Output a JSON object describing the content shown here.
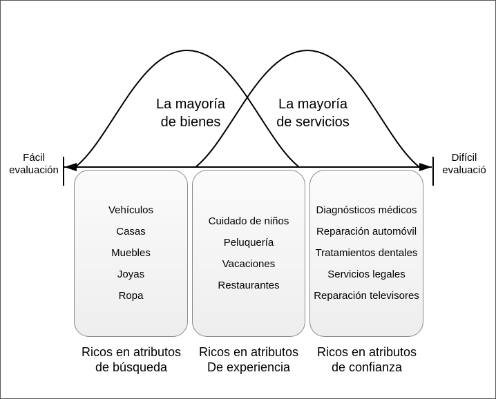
{
  "axis": {
    "left_label": [
      "Fácil",
      "evaluación"
    ],
    "right_label": [
      "Difícil",
      "evaluació"
    ]
  },
  "curves": {
    "goods_label": [
      "La mayoría",
      "de bienes"
    ],
    "services_label": [
      "La mayoría",
      "de servicios"
    ]
  },
  "columns": [
    {
      "items": [
        "Vehículos",
        "Casas",
        "Muebles",
        "Joyas",
        "Ropa"
      ],
      "caption": [
        "Ricos en atributos",
        "de búsqueda"
      ]
    },
    {
      "items": [
        "Cuidado de niños",
        "Peluquería",
        "Vacaciones",
        "Restaurantes"
      ],
      "caption": [
        "Ricos en atributos",
        "De experiencia"
      ]
    },
    {
      "items": [
        "Diagnósticos médicos",
        "Reparación automóvil",
        "Tratamientos dentales",
        "Servicios legales",
        "Reparación televisores"
      ],
      "caption": [
        "Ricos en atributos",
        "de confianza"
      ]
    }
  ],
  "colors": {
    "line": "#000000",
    "box_border": "#8a8a8a",
    "box_fill": "#f3f3f3"
  }
}
